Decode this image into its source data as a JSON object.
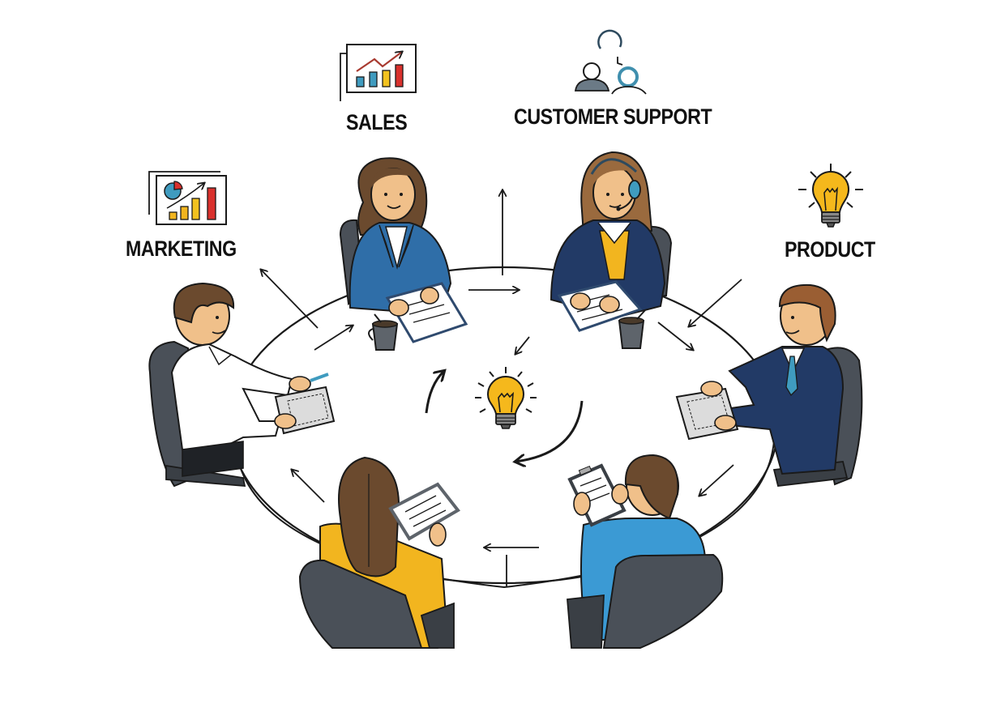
{
  "scene": {
    "title": "Cross-functional team meeting around a round table",
    "center_icon": "lightbulb-icon"
  },
  "departments": [
    {
      "id": "marketing",
      "label": "MARKETING",
      "icon": "marketing-chart-icon"
    },
    {
      "id": "sales",
      "label": "SALES",
      "icon": "sales-chart-icon"
    },
    {
      "id": "customer_support",
      "label": "CUSTOMER SUPPORT",
      "icon": "support-people-icon"
    },
    {
      "id": "product",
      "label": "PRODUCT",
      "icon": "lightbulb-icon"
    }
  ],
  "participants": [
    {
      "position": "top-left",
      "role": "sales",
      "outfit": "blue blazer",
      "item": "clipboard"
    },
    {
      "position": "top-right",
      "role": "customer support",
      "outfit": "navy blazer, yellow top, headset",
      "item": "clipboard"
    },
    {
      "position": "left",
      "role": "marketing",
      "outfit": "white shirt",
      "item": "keyboard"
    },
    {
      "position": "right",
      "role": "product",
      "outfit": "navy suit",
      "item": "keyboard"
    },
    {
      "position": "bottom-left",
      "role": "team member",
      "outfit": "yellow sweater",
      "item": "tablet"
    },
    {
      "position": "bottom-right",
      "role": "team member",
      "outfit": "blue shirt",
      "item": "clipboard"
    }
  ],
  "colors": {
    "ink": "#1a1a1a",
    "blue_blazer": "#2f6ea8",
    "navy": "#223a66",
    "yellow": "#f2b51f",
    "light_blue": "#3b9ad4",
    "chair": "#4a5058",
    "skin": "#f0c08a",
    "hair_brown": "#6b4a2e",
    "red": "#d9302c",
    "teal": "#3f9bbf"
  }
}
